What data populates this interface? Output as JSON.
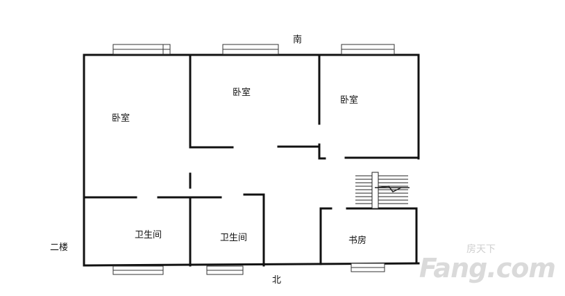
{
  "floor_label": "二楼",
  "orientation": {
    "north": "北",
    "south": "南"
  },
  "rooms": {
    "bedroom_left": "卧室",
    "bedroom_middle": "卧室",
    "bedroom_right": "卧室",
    "bathroom_left": "卫生间",
    "bathroom_right": "卫生间",
    "study": "书房"
  },
  "watermark": {
    "text_cn": "房天下",
    "text_en": "Fang.com"
  },
  "colors": {
    "wall": "#111111",
    "window": "#ffffff",
    "watermark": "#d7d7d7"
  }
}
